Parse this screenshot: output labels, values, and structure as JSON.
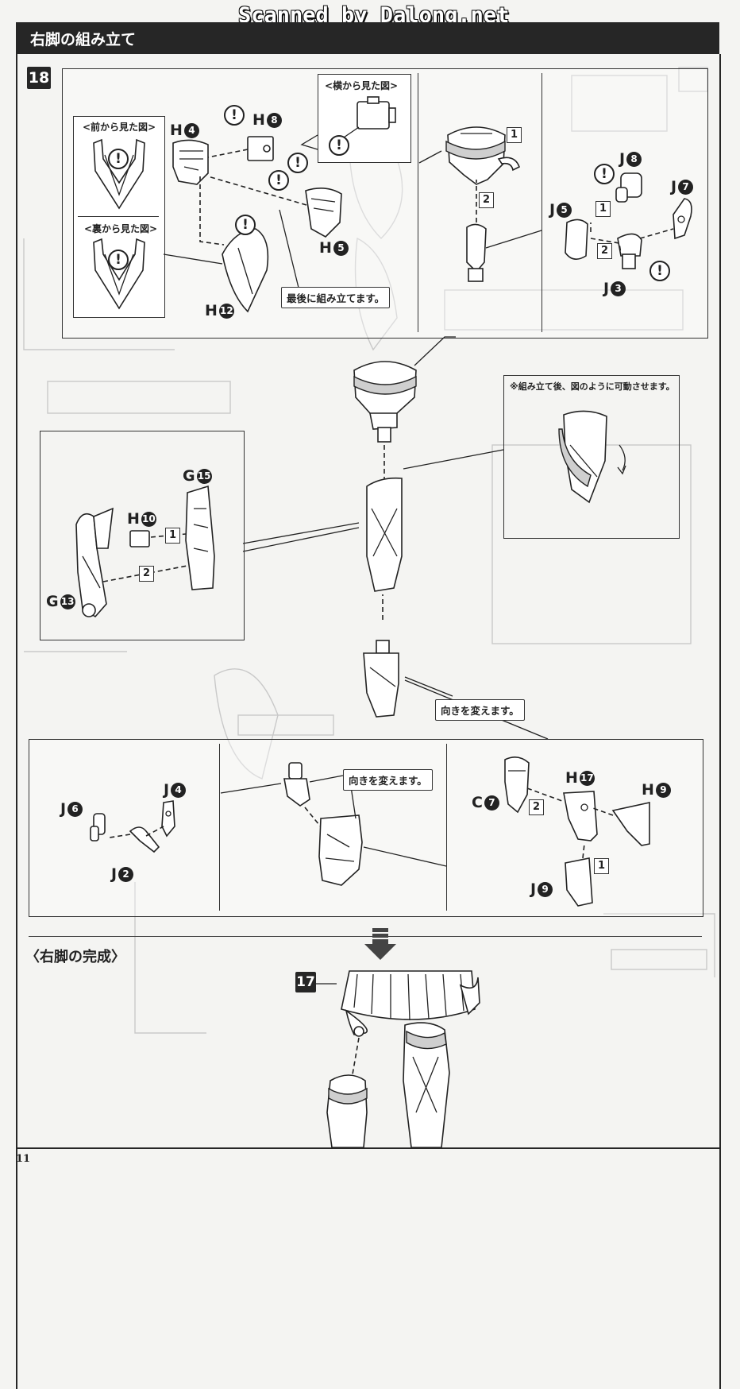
{
  "watermark": "Scanned by Dalong.net",
  "header": {
    "title": "右脚の組み立て"
  },
  "steps": {
    "main": "18",
    "next": "17"
  },
  "panel_top": {
    "front_view": "<前から見た図>",
    "back_view": "<裏から見た図>",
    "side_view": "<横から見た図>",
    "assemble_last": "最後に組み立てます。"
  },
  "notes": {
    "after_assembly": "※組み立て後、図のように可動させます。",
    "change_direction_1": "向きを変えます。",
    "change_direction_2": "向きを変えます。"
  },
  "section": {
    "right_leg_complete": "〈右脚の完成〉"
  },
  "parts": {
    "H4": {
      "letter": "H",
      "num": "4"
    },
    "H8": {
      "letter": "H",
      "num": "8"
    },
    "H5": {
      "letter": "H",
      "num": "5"
    },
    "H12": {
      "letter": "H",
      "num": "12"
    },
    "J8": {
      "letter": "J",
      "num": "8"
    },
    "J7": {
      "letter": "J",
      "num": "7"
    },
    "J5": {
      "letter": "J",
      "num": "5"
    },
    "J3": {
      "letter": "J",
      "num": "3"
    },
    "G15": {
      "letter": "G",
      "num": "15"
    },
    "H10": {
      "letter": "H",
      "num": "10"
    },
    "G13": {
      "letter": "G",
      "num": "13"
    },
    "J4": {
      "letter": "J",
      "num": "4"
    },
    "J6": {
      "letter": "J",
      "num": "6"
    },
    "J2": {
      "letter": "J",
      "num": "2"
    },
    "H17": {
      "letter": "H",
      "num": "17"
    },
    "H9": {
      "letter": "H",
      "num": "9"
    },
    "C7": {
      "letter": "C",
      "num": "7"
    },
    "J9": {
      "letter": "J",
      "num": "9"
    }
  },
  "order_marks": {
    "one": "1",
    "two": "2"
  },
  "warning_mark": "!",
  "page_number": "11"
}
